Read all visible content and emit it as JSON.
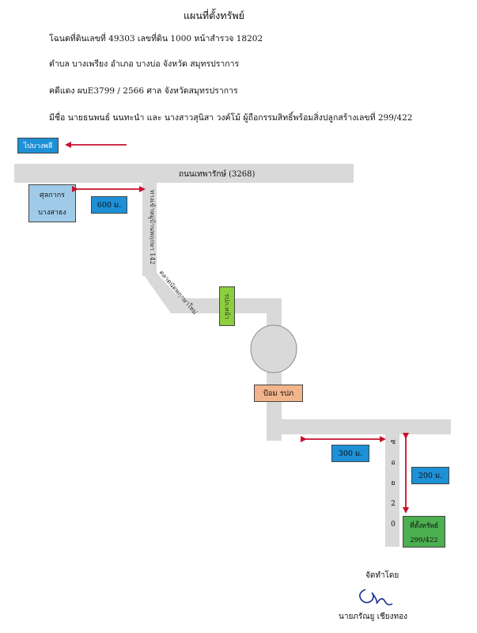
{
  "header": {
    "title": "แผนที่ตั้งทรัพย์",
    "line1": "โฉนดที่ดินเลขที่  49303     เลขที่ดิน  1000    หน้าสำรวจ  18202",
    "line2": "ตำบล บางเพรียง    อำเภอ  บางบ่อ    จังหวัด  สมุทรปราการ",
    "line3": "คดีแดง  ผบE3799 / 2566    ศาล จังหวัดสมุทรปราการ",
    "line4": "มีชื่อ นายธนพนธ์ นนทะนำ และ นางสาวสุนิสา วงค์โม้ ผู้ถือกรรมสิทธิ์พร้อมสิ่งปลูกสร้างเลขที่ 299/422"
  },
  "map": {
    "to_bang_phli": "ไปบางพลี",
    "main_road": "ถนนเทพารักษ์  (3268)",
    "customs_line1": "ศุลกากร",
    "customs_line2": "บางสาธง",
    "dist_600": "600 ม.",
    "soi_vertical": "ทางเข้าหมู่บ้านพฤกษา 142",
    "village_entrance": "ตลาดนัดพฤกษาใหม่",
    "green_label": "รปภ.หน้า",
    "guard_post": "ป้อม รปภ",
    "dist_300": "300 ม.",
    "soi_letters": [
      "ซ",
      "อ",
      "ย",
      "2",
      "0"
    ],
    "dist_200": "200 ม.",
    "property_line1": "ที่ตั้งทรัพย์",
    "property_line2": "299/422",
    "colors": {
      "blue_box": "#1e90d6",
      "light_blue_box": "#9fcbe8",
      "green_box": "#8ccf3c",
      "orange_box": "#f2b48a",
      "property_green": "#4caf50",
      "road": "#d9d9d9",
      "arrow": "#c8102e"
    }
  },
  "footer": {
    "made_by": "จัดทำโดย",
    "signer": "นายภรัณยู เชียงทอง"
  }
}
